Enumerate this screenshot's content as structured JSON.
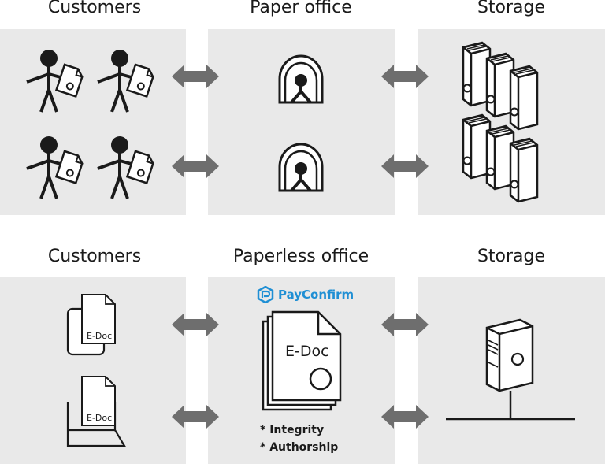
{
  "top": {
    "customers_heading": "Customers",
    "office_heading": "Paper office",
    "storage_heading": "Storage"
  },
  "bottom": {
    "customers_heading": "Customers",
    "office_heading": "Paperless office",
    "storage_heading": "Storage",
    "brand": "PayConfirm",
    "doc_label_small_1": "E-Doc",
    "doc_label_small_2": "E-Doc",
    "doc_label_large": "E-Doc",
    "notes": [
      "* Integrity",
      "* Authorship"
    ]
  },
  "colors": {
    "panel": "#e9e9e9",
    "arrow": "#6e6e6e",
    "brand_accent": "#1f8fd4",
    "ink": "#1a1a1a"
  }
}
